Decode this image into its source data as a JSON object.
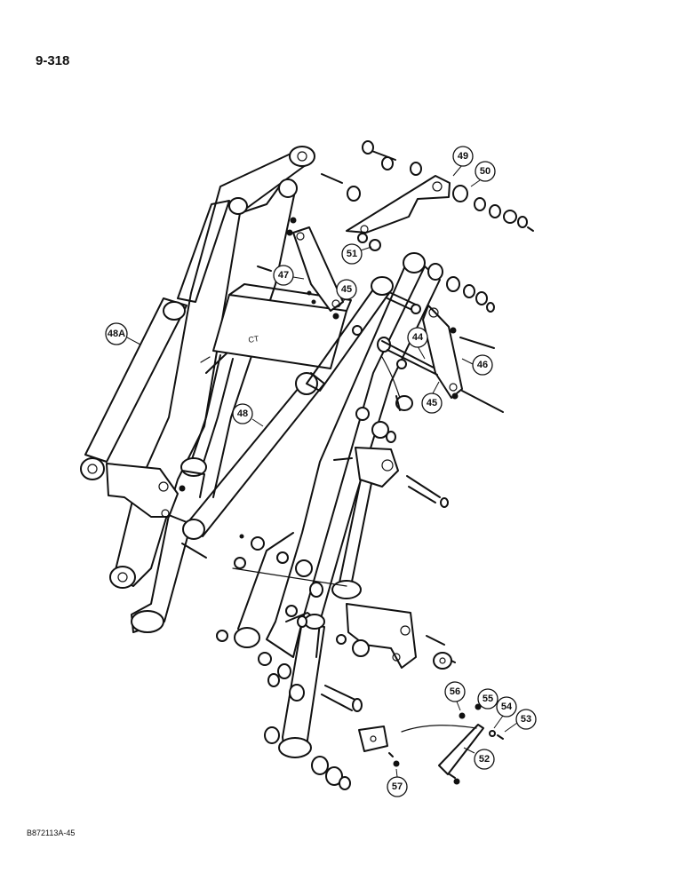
{
  "page": {
    "page_number": "9-318",
    "figure_id": "B872113A-45"
  },
  "callouts": [
    {
      "id": "c44",
      "label": "44"
    },
    {
      "id": "c45a",
      "label": "45"
    },
    {
      "id": "c45b",
      "label": "45"
    },
    {
      "id": "c46",
      "label": "46"
    },
    {
      "id": "c47",
      "label": "47"
    },
    {
      "id": "c48",
      "label": "48"
    },
    {
      "id": "c48a",
      "label": "48A"
    },
    {
      "id": "c49",
      "label": "49"
    },
    {
      "id": "c50",
      "label": "50"
    },
    {
      "id": "c51",
      "label": "51"
    },
    {
      "id": "c52",
      "label": "52"
    },
    {
      "id": "c53",
      "label": "53"
    },
    {
      "id": "c54",
      "label": "54"
    },
    {
      "id": "c55",
      "label": "55"
    },
    {
      "id": "c56",
      "label": "56"
    },
    {
      "id": "c57",
      "label": "57"
    }
  ]
}
